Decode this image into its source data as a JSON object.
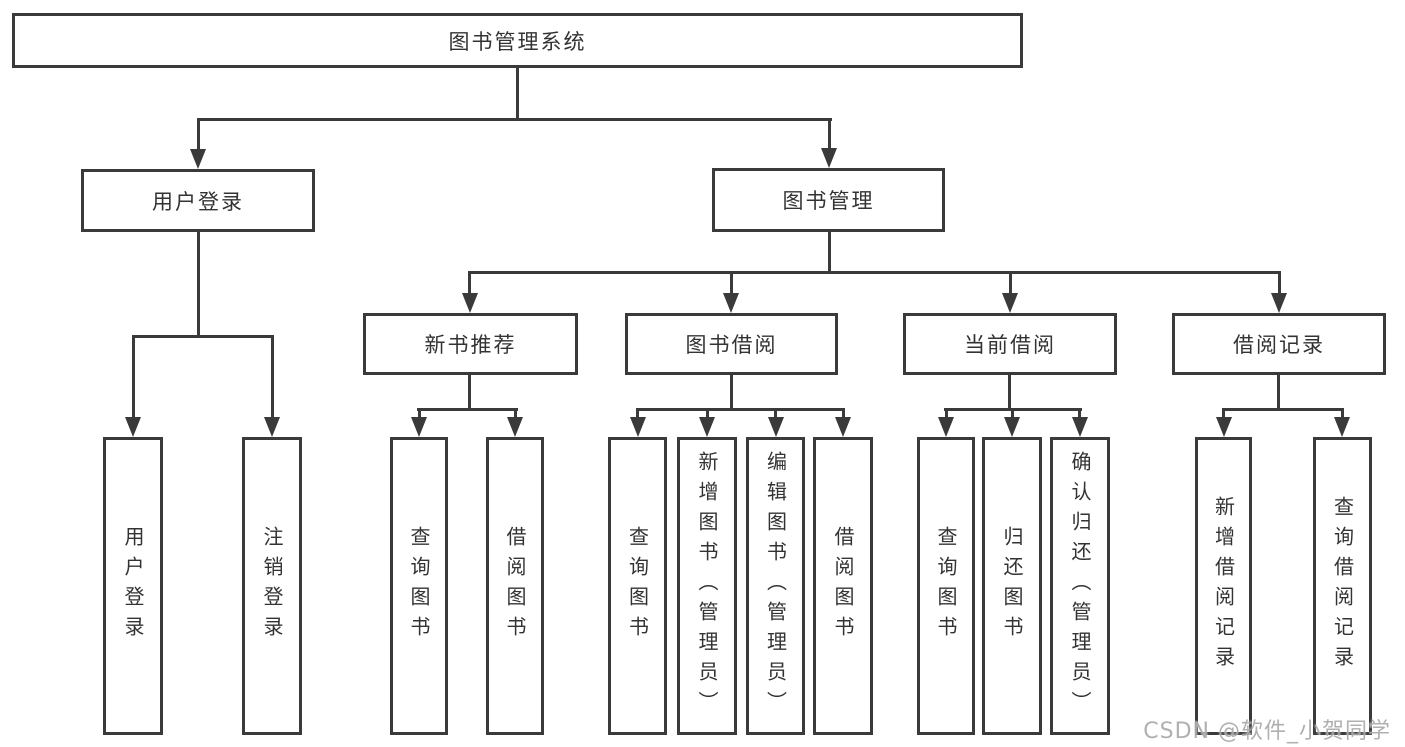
{
  "diagram": {
    "root": {
      "label": "图书管理系统"
    },
    "level2": [
      {
        "id": "user-login",
        "label": "用户登录"
      },
      {
        "id": "book-management",
        "label": "图书管理"
      }
    ],
    "level3": [
      {
        "id": "new-book-recommend",
        "label": "新书推荐"
      },
      {
        "id": "book-borrow",
        "label": "图书借阅"
      },
      {
        "id": "current-borrow",
        "label": "当前借阅"
      },
      {
        "id": "borrow-records",
        "label": "借阅记录"
      }
    ],
    "leaves": {
      "user_login": [
        {
          "label": "用户登录"
        },
        {
          "label": "注销登录"
        }
      ],
      "new_book_recommend": [
        {
          "label": "查询图书"
        },
        {
          "label": "借阅图书"
        }
      ],
      "book_borrow": [
        {
          "label": "查询图书"
        },
        {
          "label": "新增图书（管理员）"
        },
        {
          "label": "编辑图书（管理员）"
        },
        {
          "label": "借阅图书"
        }
      ],
      "current_borrow": [
        {
          "label": "查询图书"
        },
        {
          "label": "归还图书"
        },
        {
          "label": "确认归还（管理员）"
        }
      ],
      "borrow_records": [
        {
          "label": "新增借阅记录"
        },
        {
          "label": "查询借阅记录"
        }
      ]
    }
  },
  "watermark": {
    "text": "CSDN @软件_小贺同学"
  },
  "colors": {
    "line": "#3a3a3a",
    "text": "#333333",
    "background": "#ffffff",
    "watermark": "#a2a2a2"
  }
}
